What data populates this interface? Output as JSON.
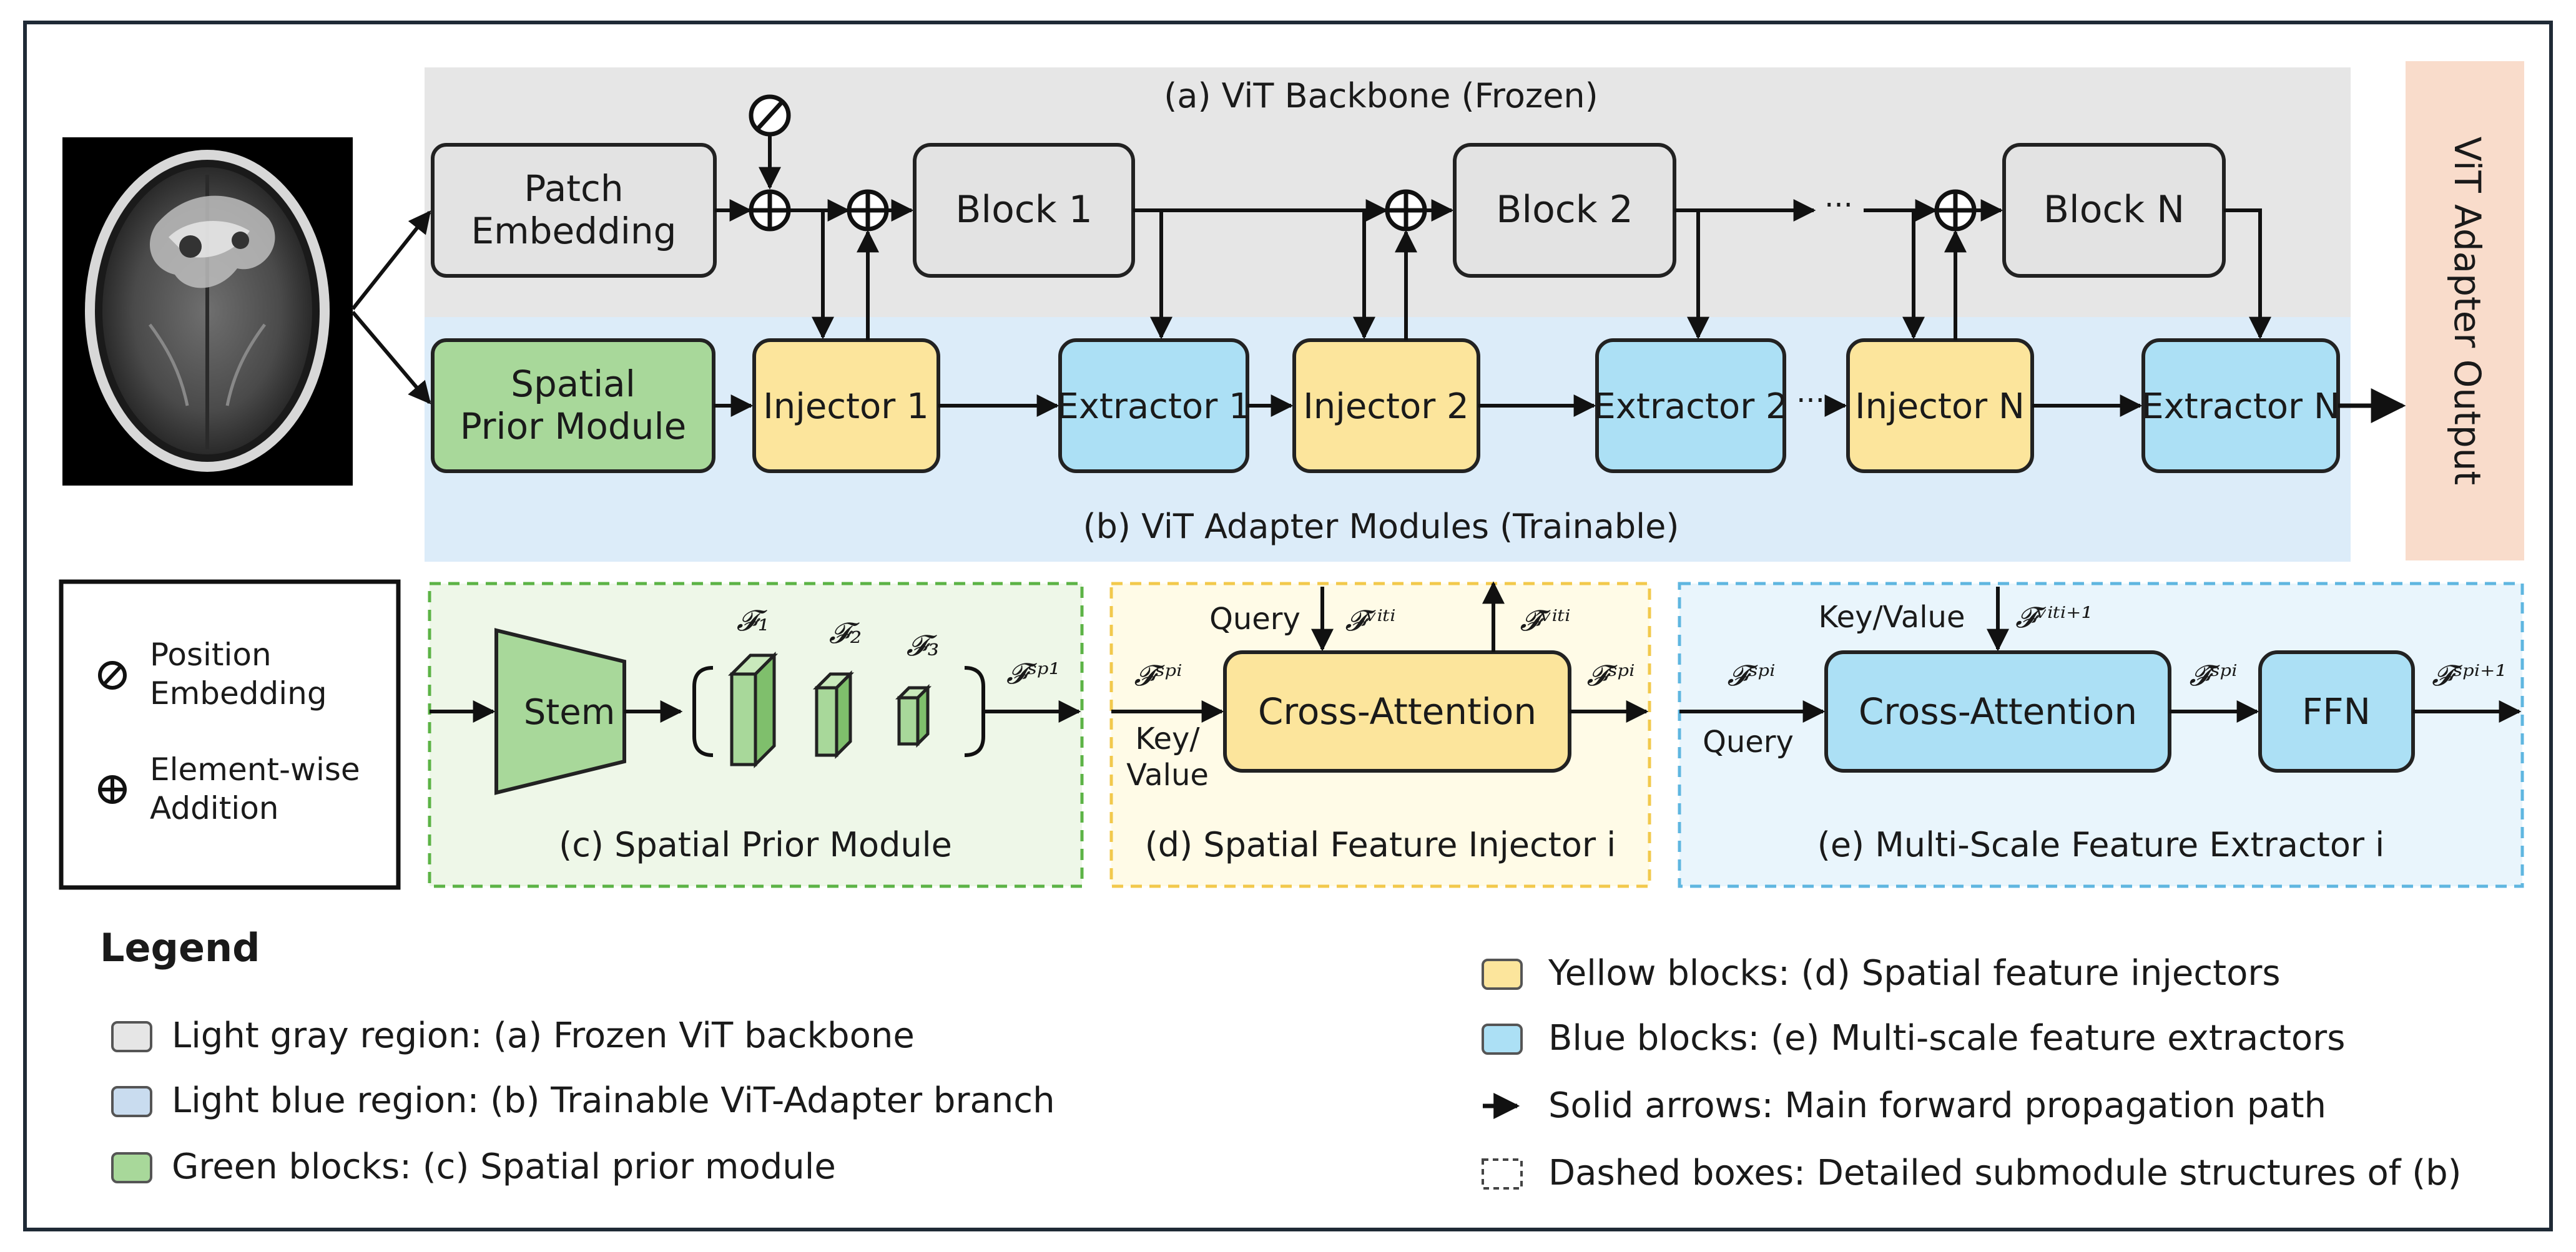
{
  "regions": {
    "backbone_title": "(a) ViT Backbone (Frozen)",
    "adapter_title": "(b) ViT Adapter Modules (Trainable)",
    "output_label": "ViT Adapter Output"
  },
  "backbone": {
    "patch_embedding": [
      "Patch",
      "Embedding"
    ],
    "block1": "Block 1",
    "block2": "Block 2",
    "blockN": "Block N",
    "ellipsis": "···"
  },
  "adapter": {
    "spm": [
      "Spatial",
      "Prior Module"
    ],
    "injector1": "Injector 1",
    "extractor1": "Extractor 1",
    "injector2": "Injector 2",
    "extractor2": "Extractor 2",
    "injectorN": "Injector N",
    "extractorN": "Extractor N",
    "ellipsis": "···"
  },
  "symbols_box": {
    "pos_embed": [
      "Position",
      "Embedding"
    ],
    "elem_add": [
      "Element-wise",
      "Addition"
    ]
  },
  "spm_detail": {
    "title": "(c) Spatial Prior Module",
    "stem": "Stem",
    "f1": "𝓕₁",
    "f2": "𝓕₂",
    "f3": "𝓕₃",
    "out": "𝓕ˢᵖ¹"
  },
  "injector_detail": {
    "title": "(d) Spatial Feature Injector i",
    "cross_attention": "Cross-Attention",
    "query": "Query",
    "key_value": [
      "Key/",
      "Value"
    ],
    "f_vit": "𝓕ᵛⁱᵗⁱ",
    "f_vit_hat": "𝓕̂ᵛⁱᵗⁱ",
    "f_sp_in": "𝓕ˢᵖⁱ",
    "f_sp_out": "𝓕ˢᵖⁱ"
  },
  "extractor_detail": {
    "title": "(e) Multi-Scale Feature Extractor i",
    "cross_attention": "Cross-Attention",
    "key_value": "Key/Value",
    "query": "Query",
    "ffn": "FFN",
    "f_vit_next": "𝓕ᵛⁱᵗⁱ⁺¹",
    "f_sp_in": "𝓕ˢᵖⁱ",
    "f_sp_hat": "𝓕̂ˢᵖⁱ",
    "f_sp_next": "𝓕ˢᵖⁱ⁺¹"
  },
  "legend": {
    "title": "Legend",
    "items_left": [
      "Light gray region: (a) Frozen ViT backbone",
      "Light blue region: (b) Trainable ViT-Adapter branch",
      "Green blocks: (c) Spatial prior module"
    ],
    "items_right": [
      "Yellow blocks: (d) Spatial feature injectors",
      "Blue blocks: (e) Multi-scale feature extractors",
      "Solid arrows: Main forward propagation path",
      "Dashed boxes: Detailed submodule structures of (b)"
    ]
  },
  "colors": {
    "gray_region": "#e6e6e6",
    "blue_region": "#dcecf9",
    "output_region": "#f9dccb",
    "block_gray": "#e3e3e3",
    "green": "#a8d89a",
    "yellow": "#fce59c",
    "blue": "#ace0f5",
    "green_panel": "#eef7e8",
    "yellow_panel": "#fffbe7",
    "blue_panel": "#e9f5fc"
  }
}
